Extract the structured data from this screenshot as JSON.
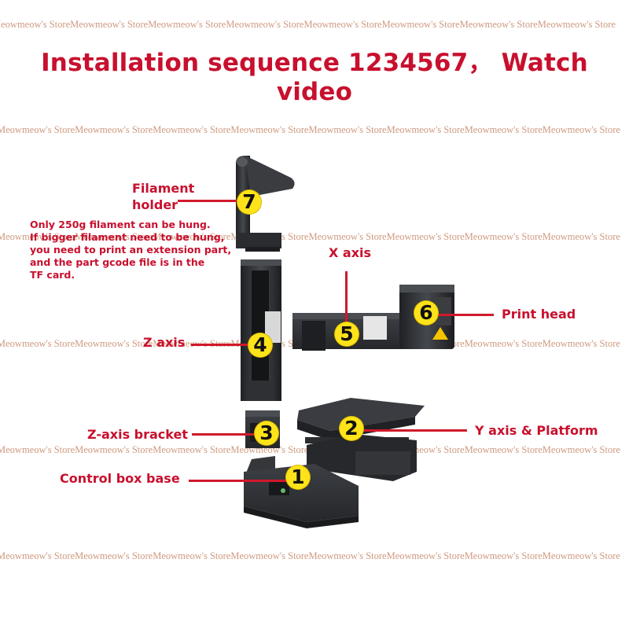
{
  "title": "Installation sequence 1234567，  Watch video",
  "watermark": "Meowmeow's StoreMeowmeow's StoreMeowmeow's StoreMeowmeow's StoreMeowmeow's StoreMeowmeow's StoreMeowmeow's StoreMeowmeow's Store",
  "labels": {
    "filament_holder_line1": "Filament",
    "filament_holder_line2": "holder",
    "note_line1": "Only 250g filament can be hung.",
    "note_line2": "If bigger filament need to be hung,",
    "note_line3": "you need to print an extension part,",
    "note_line4": "and the part gcode file is in the",
    "note_line5": "TF card.",
    "x_axis": "X axis",
    "print_head": "Print head",
    "z_axis": "Z axis",
    "z_axis_bracket": "Z-axis bracket",
    "y_axis_platform": "Y axis & Platform",
    "control_box_base": "Control box base"
  },
  "badges": {
    "b1": "1",
    "b2": "2",
    "b3": "3",
    "b4": "4",
    "b5": "5",
    "b6": "6",
    "b7": "7"
  },
  "colors": {
    "accent": "#c8102e",
    "badge": "#ffe31a",
    "watermark": "#cf9a80",
    "part": "#2b2d30"
  }
}
